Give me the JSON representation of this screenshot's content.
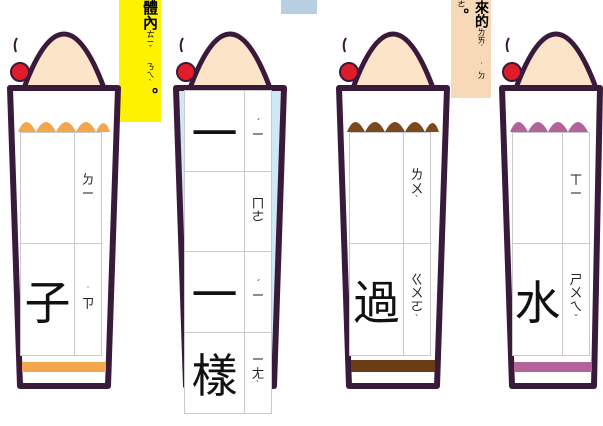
{
  "notes": {
    "left": {
      "text": "體內",
      "ruby": "ㄊㄧˇ ㄋㄟˋ",
      "tail": "。",
      "color": "#fff200"
    },
    "right": {
      "text": "來的",
      "ruby": "ㄌㄞˊ ˙ㄉㄜ",
      "tail": "。",
      "color": "#f7d9b7"
    }
  },
  "cards": [
    {
      "id": "zi",
      "stripe_color": "#f3a64b",
      "bottom_color": "#f3a64b",
      "cup_fill": "#ffffff",
      "rows": [
        {
          "char": "",
          "zhuyin": [
            "ㄉ",
            "ㄧ"
          ],
          "tone": ""
        },
        {
          "char": "子",
          "zhuyin": [
            "ㄗ"
          ],
          "tone": "˙"
        }
      ]
    },
    {
      "id": "yi-yang",
      "stripe_color": "#bfe0f2",
      "bottom_color": "#bfe0f2",
      "cup_fill": "#cfe8f6",
      "rows": [
        {
          "char": "一",
          "zhuyin": [
            "ㄧ"
          ],
          "tone": "ˊ"
        },
        {
          "char": "",
          "zhuyin": [
            "ㄇ",
            "ㄜ"
          ],
          "tone": ""
        },
        {
          "char": "一",
          "zhuyin": [
            "ㄧ"
          ],
          "tone": "ˊ"
        },
        {
          "char": "樣",
          "zhuyin": [
            "ㄧ",
            "ㄤ"
          ],
          "tone": "ˋ"
        }
      ]
    },
    {
      "id": "guo",
      "stripe_color": "#7a4a1c",
      "bottom_color": "#6b3d17",
      "cup_fill": "#ffffff",
      "rows": [
        {
          "char": "",
          "zhuyin": [
            "ㄌ",
            "ㄨ"
          ],
          "tone": "ˋ"
        },
        {
          "char": "過",
          "zhuyin": [
            "ㄍ",
            "ㄨ",
            "ㄛ"
          ],
          "tone": "ˋ"
        }
      ]
    },
    {
      "id": "shui",
      "stripe_color": "#b2649a",
      "bottom_color": "#b2649a",
      "cup_fill": "#ffffff",
      "rows": [
        {
          "char": "",
          "zhuyin": [
            "ㄒ",
            "ㄧ"
          ],
          "tone": ""
        },
        {
          "char": "水",
          "zhuyin": [
            "ㄕ",
            "ㄨ",
            "ㄟ"
          ],
          "tone": "ˇ"
        }
      ]
    }
  ]
}
